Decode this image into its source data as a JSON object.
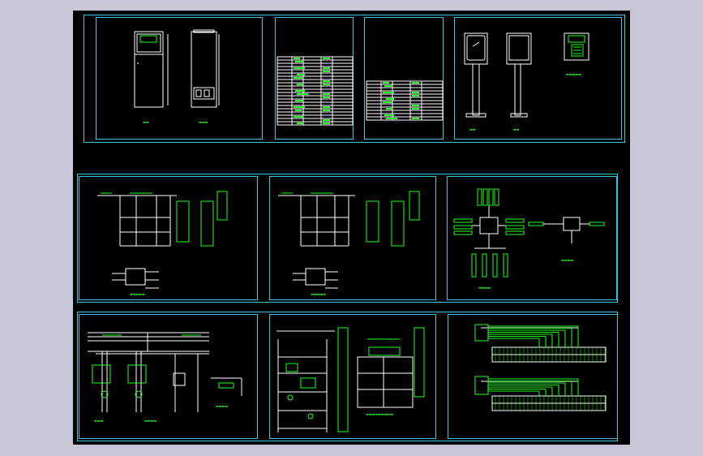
{
  "viewer": {
    "background": "#c6c6d6",
    "canvas_background": "#000000",
    "frame_color": "#38c8d8",
    "primary_line_color": "#ffffff",
    "annotation_color": "#22ff22"
  },
  "sheets": [
    {
      "id": "cabinet-elevation",
      "content": "cabinet front and side elevation views"
    },
    {
      "id": "component-table-1",
      "content": "equipment list table"
    },
    {
      "id": "component-table-2",
      "content": "equipment list table"
    },
    {
      "id": "column-box-elevation",
      "content": "column-mounted control box elevation views"
    },
    {
      "id": "control-circuit-1",
      "content": "control circuit schematic with terminal strips"
    },
    {
      "id": "control-circuit-2",
      "content": "control circuit schematic with terminal strips"
    },
    {
      "id": "network-topology",
      "content": "control system network block diagram"
    },
    {
      "id": "power-circuit",
      "content": "main power circuit schematic"
    },
    {
      "id": "plc-control-diagram",
      "content": "PLC control schematic with side tables"
    },
    {
      "id": "terminal-wiring",
      "content": "terminal wiring diagrams"
    }
  ]
}
